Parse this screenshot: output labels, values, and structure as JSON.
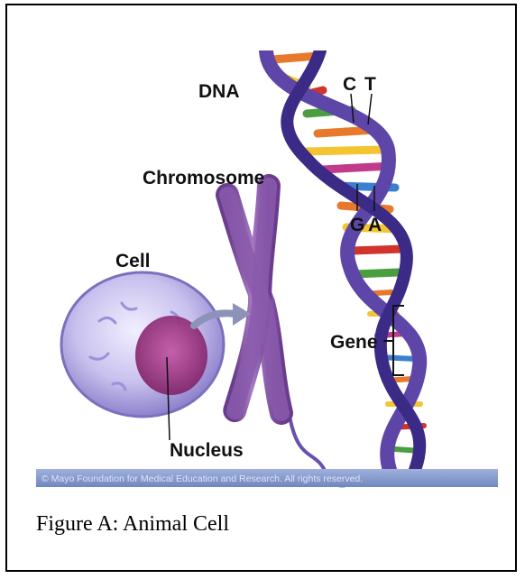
{
  "labels": {
    "dna": "DNA",
    "chromosome": "Chromosome",
    "cell": "Cell",
    "nucleus": "Nucleus",
    "gene": "Gene",
    "base_c": "C",
    "base_t": "T",
    "base_g": "G",
    "base_a": "A"
  },
  "credit": "© Mayo Foundation for Medical Education and Research. All rights reserved.",
  "caption": "Figure A:  Animal Cell",
  "colors": {
    "cell_fill": "#c9c1ee",
    "nucleus_fill": "#a0327f",
    "chromosome": "#8a5bab",
    "dna_backbone": "#5e46a8",
    "credit_bar": "#8ea1cf"
  }
}
